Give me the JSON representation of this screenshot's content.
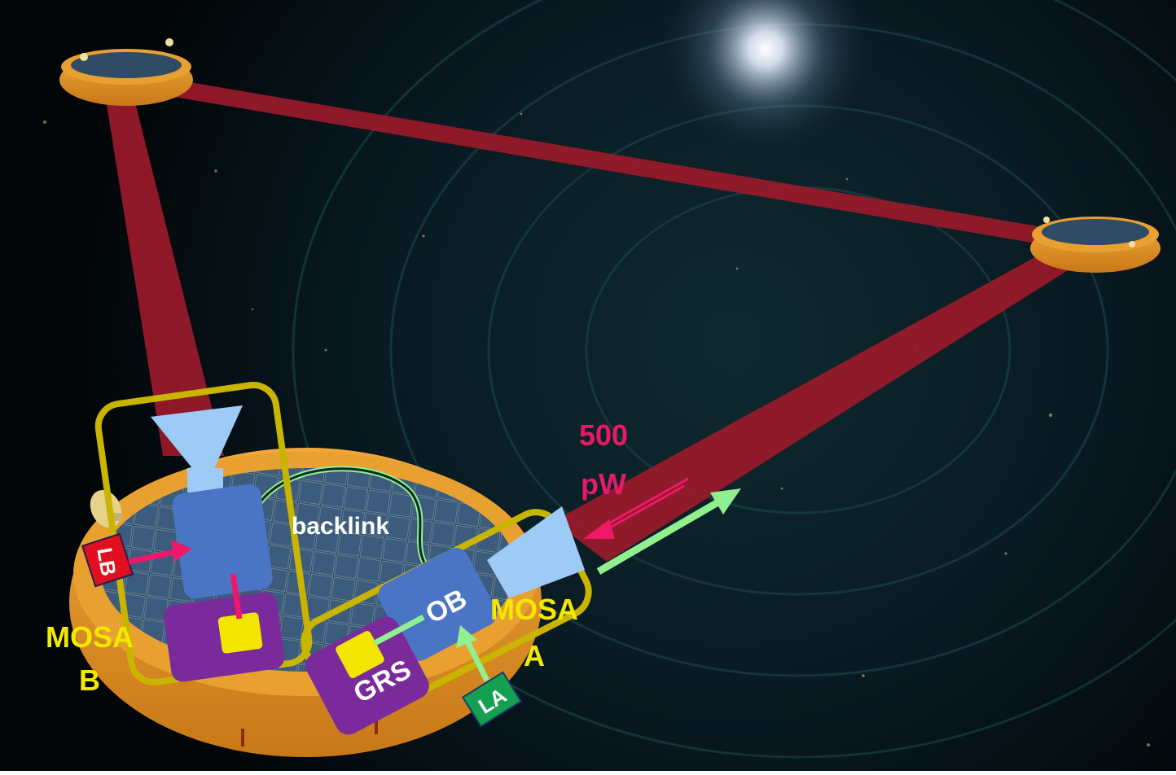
{
  "labels": {
    "power_value": "500",
    "power_unit": "pW",
    "backlink": "backlink",
    "ob": "OB",
    "grs": "GRS",
    "la": "LA",
    "lb": "LB",
    "mosa_a_line1": "MOSA",
    "mosa_a_line2": "A",
    "mosa_b_line1": "MOSA",
    "mosa_b_line2": "B"
  },
  "colors": {
    "space_bg": "#06101a",
    "laser_beam": "#9a1a2a",
    "spacecraft_gold": "#e89a2a",
    "solar_panel": "#3a5a7a",
    "mosa_frame": "#c9b400",
    "optical_bench": "#4a74c4",
    "telescope": "#9ecbf5",
    "grs_purple": "#7a2a9a",
    "test_mass_yellow": "#f2e600",
    "la_green": "#14a050",
    "lb_red": "#e01020",
    "arrow_green": "#90f090",
    "arrow_pink": "#f01868",
    "label_yellow": "#f5e800",
    "label_pink": "#e8186a",
    "label_white": "#ffffff"
  },
  "icons": [
    "satellite-dish-icon",
    "laser-arrow-icon"
  ]
}
